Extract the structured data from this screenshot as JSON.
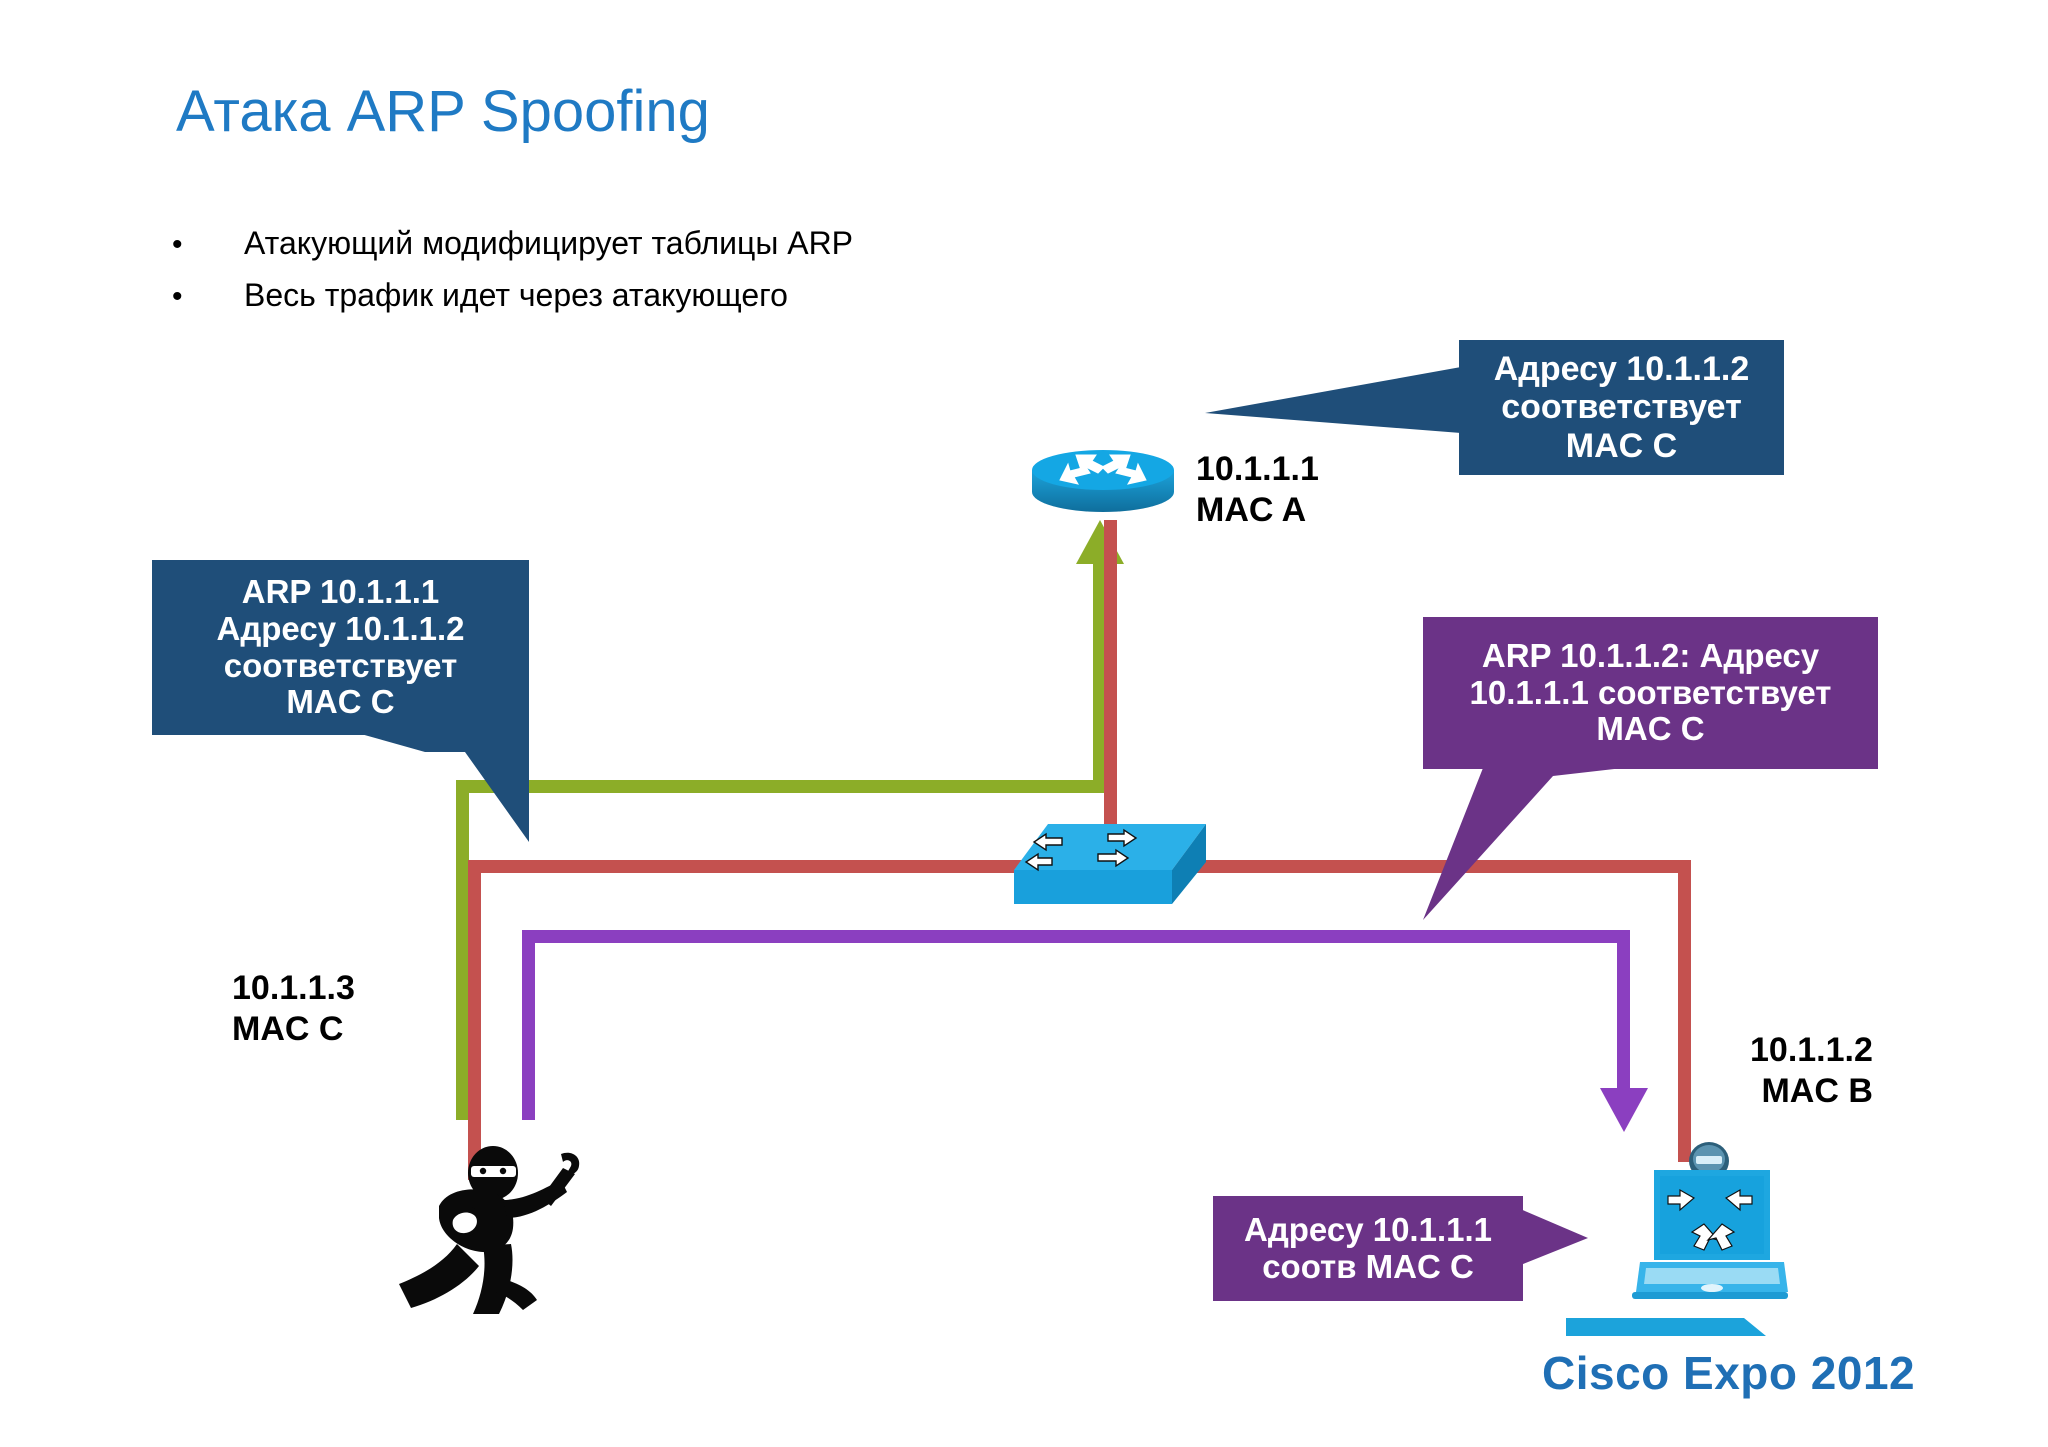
{
  "slide": {
    "title": "Атака ARP Spoofing",
    "title_color": "#1F7AC4",
    "background": "#ffffff"
  },
  "bullets": [
    {
      "marker": "•",
      "text": "Атакующий модифицирует таблицы ARP"
    },
    {
      "marker": "•",
      "text": "Весь трафик идет через атакующего"
    }
  ],
  "callouts": [
    {
      "id": "router-arp-entry",
      "color": "#1F4E79",
      "lines": [
        "Адресу 10.1.1.2",
        "соответствует",
        "MAC C"
      ]
    },
    {
      "id": "attacker-arp-reply-to-router",
      "color": "#1F4E79",
      "lines": [
        "ARP 10.1.1.1",
        "Адресу 10.1.1.2",
        "соответствует",
        "MAC C"
      ]
    },
    {
      "id": "attacker-arp-reply-to-victim",
      "color": "#6B3387",
      "lines": [
        "ARP 10.1.1.2: Адресу",
        "10.1.1.1 соответствует",
        "MAC C"
      ]
    },
    {
      "id": "victim-arp-entry",
      "color": "#6B3387",
      "lines": [
        "Адресу 10.1.1.1",
        "соотв MAC C"
      ]
    }
  ],
  "devices": [
    {
      "id": "router",
      "icon": "cisco-router-icon",
      "label_lines": [
        "10.1.1.1",
        "MAC A"
      ]
    },
    {
      "id": "switch",
      "icon": "cisco-switch-icon",
      "label_lines": []
    },
    {
      "id": "attacker",
      "icon": "burglar-icon",
      "label_lines": [
        "10.1.1.3",
        "MAC C"
      ]
    },
    {
      "id": "victim",
      "icon": "laptop-icon",
      "label_lines": [
        "10.1.1.2",
        "MAC B"
      ]
    }
  ],
  "connections": [
    {
      "id": "attacker-to-router",
      "color": "#8CAD28",
      "arrow": "up-into-router"
    },
    {
      "id": "traffic-path",
      "color": "#C4514F",
      "arrow": "none"
    },
    {
      "id": "attacker-to-victim",
      "color": "#8B3FC0",
      "arrow": "down-into-victim"
    }
  ],
  "footer": {
    "logo_text": "Cisco Expo 2012",
    "logo_color": "#1F6FB5"
  }
}
